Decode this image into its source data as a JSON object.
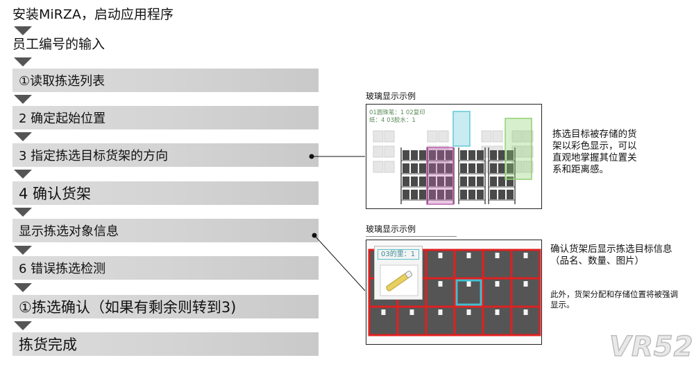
{
  "flow": {
    "steps": [
      {
        "label": "安装MiRZA，启动应用程序",
        "style": "plain"
      },
      {
        "label": "员工编号的输入",
        "style": "plain"
      },
      {
        "label": "①读取拣选列表",
        "style": "bar"
      },
      {
        "label": "2 确定起始位置",
        "style": "bar"
      },
      {
        "label": "3 指定拣选目标货架的方向",
        "style": "bar"
      },
      {
        "label": "4 确认货架",
        "style": "bar-big"
      },
      {
        "label": "显示拣选对象信息",
        "style": "bar"
      },
      {
        "label": "6 错误拣选检测",
        "style": "bar"
      },
      {
        "label": "①拣选确认（如果有剩余则转到3)",
        "style": "bar-big"
      },
      {
        "label": "拣货完成",
        "style": "bar-big"
      }
    ]
  },
  "example1": {
    "title": "玻璃显示示例",
    "overlay_text": "01圆珠笔：1 02复印纸：4 03胶水：1",
    "overlay_line1": "01圆珠笔：1 02复印",
    "overlay_line2": "纸：4 03胶水：1",
    "description": "拣选目标被存储的货架以彩色显示，可以直观地掌握其位置关系和距离感。",
    "colors": {
      "pink": "#c060b0",
      "cyan": "#60c8d8",
      "green": "#8fd070",
      "rack": "#4a4a4a"
    }
  },
  "example2": {
    "title": "玻璃显示示例",
    "item_label": "03的里：1",
    "description": "确认货架后显示拣选目标信息（品名、数量、图片）",
    "note": "此外，货架分配和存储位置将被强调显示。",
    "colors": {
      "grid": "#e02020",
      "highlight": "#40c0d0",
      "bin": "#555555"
    }
  },
  "watermark": "VR52"
}
